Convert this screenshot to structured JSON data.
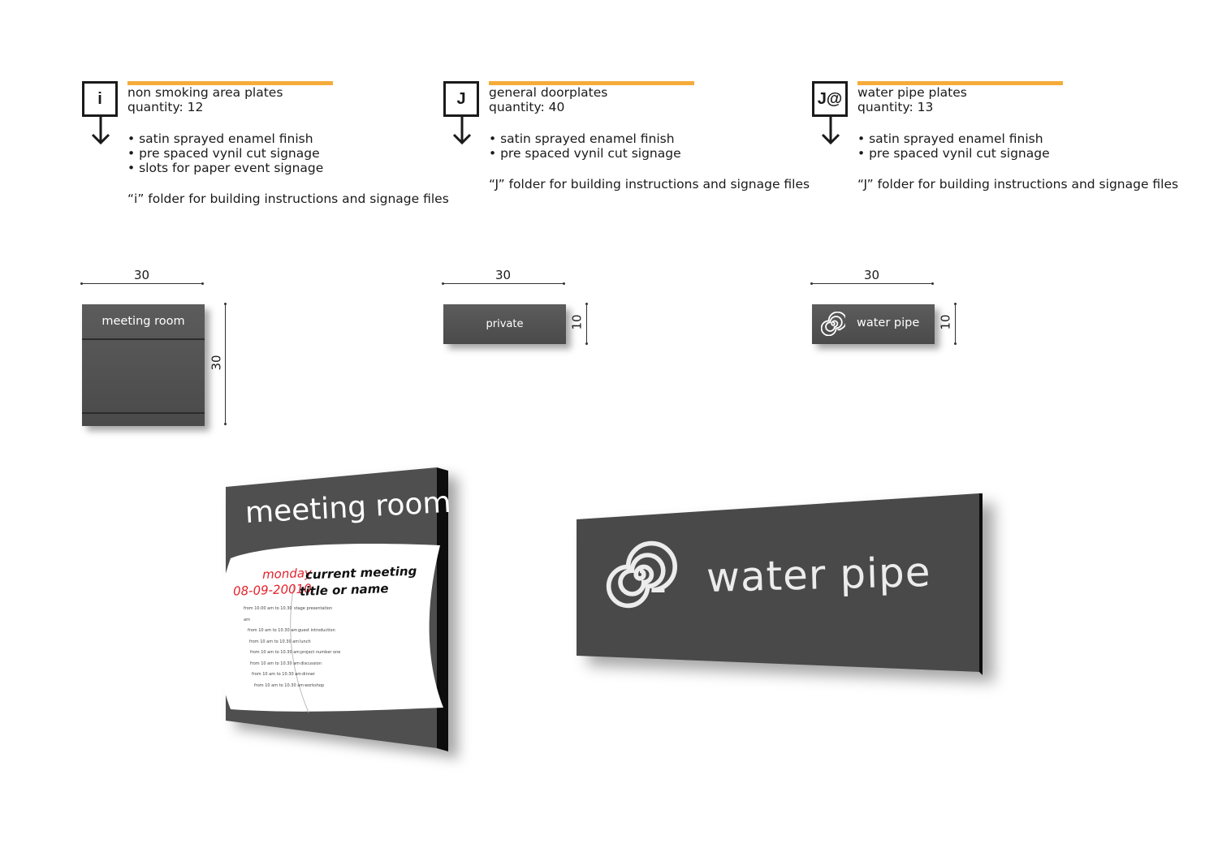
{
  "specs": [
    {
      "code": "i",
      "title": "non smoking area plates",
      "quantity": "quantity: 12",
      "bullets": [
        "satin sprayed enamel finish",
        "pre spaced vynil cut signage",
        "slots for paper event signage"
      ],
      "note": "“i” folder for building instructions and signage files"
    },
    {
      "code": "J",
      "title": "general doorplates",
      "quantity": "quantity: 40",
      "bullets": [
        "satin sprayed enamel finish",
        "pre spaced vynil cut signage"
      ],
      "note": "“J” folder for building instructions and signage files"
    },
    {
      "code": "J@",
      "title": "water pipe plates",
      "quantity": "quantity: 13",
      "bullets": [
        "satin sprayed enamel finish",
        "pre spaced vynil cut signage"
      ],
      "note": "“J” folder for building instructions and signage files"
    }
  ],
  "dims": {
    "meeting_width": "30",
    "meeting_height": "30",
    "private_width": "30",
    "private_height": "10",
    "waterpipe_width": "30",
    "waterpipe_height": "10"
  },
  "plates": {
    "meeting_label": "meeting room",
    "private_label": "private",
    "waterpipe_label": "water pipe"
  },
  "render_meeting": {
    "title": "meeting room",
    "day": "monday",
    "date": "08-09-20010",
    "heading_line1": "current meeting",
    "heading_line2": "title or name",
    "schedule": [
      {
        "time": "from 10.00 am to 10.30 am",
        "event": "stage presentation"
      },
      {
        "time": "from 10 am to 10.30 am",
        "event": "guest introduction"
      },
      {
        "time": "from 10 am to 10.30 am",
        "event": "lunch"
      },
      {
        "time": "from 10 am to 10.30 am",
        "event": "project number one"
      },
      {
        "time": "from 10 am to 10.30 am",
        "event": "discussion"
      },
      {
        "time": "from 10 am to 10.30 am",
        "event": "dinner"
      },
      {
        "time": "from 10 am to 10.30 am",
        "event": "workshop"
      }
    ]
  },
  "render_waterpipe": {
    "label": "water pipe"
  },
  "colors": {
    "accent": "#f5ac3a",
    "plate": "#4f4f4f",
    "highlight_red": "#e4212b"
  }
}
